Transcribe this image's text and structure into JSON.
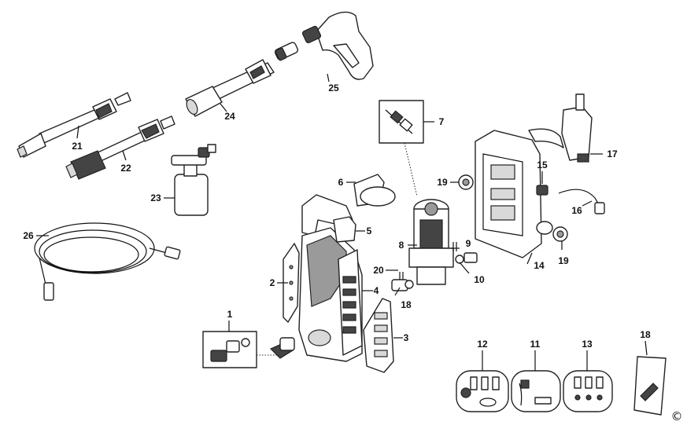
{
  "callouts": {
    "c1": "1",
    "c2": "2",
    "c3": "3",
    "c4": "4",
    "c5": "5",
    "c6": "6",
    "c7": "7",
    "c8": "8",
    "c9": "9",
    "c10": "10",
    "c11": "11",
    "c12": "12",
    "c13": "13",
    "c14": "14",
    "c15": "15",
    "c16": "16",
    "c17": "17",
    "c18a": "18",
    "c18b": "18",
    "c19a": "19",
    "c19b": "19",
    "c20": "20",
    "c21": "21",
    "c22": "22",
    "c23": "23",
    "c24": "24",
    "c25": "25",
    "c26": "26"
  },
  "copyright_symbol": "©"
}
